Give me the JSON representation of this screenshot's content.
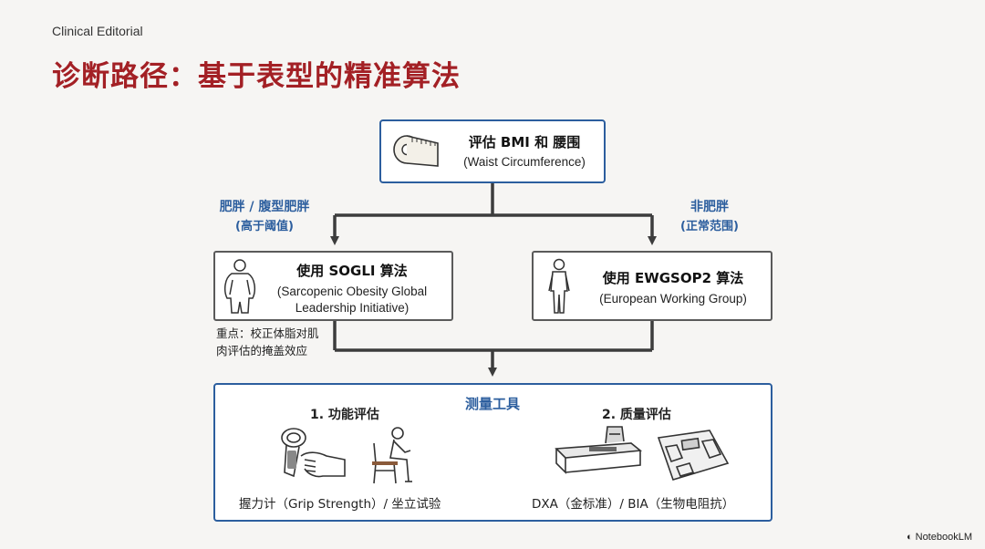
{
  "header": {
    "kicker": "Clinical Editorial",
    "title": "诊断路径：基于表型的精准算法"
  },
  "top_box": {
    "title": "评估 BMI 和 腰围",
    "subtitle": "(Waist Circumference)",
    "icon": "tape-measure-icon"
  },
  "branches": {
    "left": {
      "label": "肥胖 / 腹型肥胖",
      "sub": "(高于阈值)"
    },
    "right": {
      "label": "非肥胖",
      "sub": "(正常范围)"
    }
  },
  "left_box": {
    "title": "使用 SOGLI 算法",
    "subtitle_line1": "(Sarcopenic Obesity Global",
    "subtitle_line2": "Leadership Initiative)",
    "icon": "obese-person-icon"
  },
  "right_box": {
    "title": "使用 EWGSOP2 算法",
    "subtitle": "(European Working Group)",
    "icon": "slim-person-icon"
  },
  "note": {
    "line1": "重点：校正体脂对肌",
    "line2": "肉评估的掩盖效应"
  },
  "tools": {
    "title": "测量工具",
    "functional": {
      "title": "1. 功能评估",
      "caption": "握力计（Grip Strength）/ 坐立试验",
      "icons": [
        "hand-grip-dynamometer-icon",
        "chair-stand-icon"
      ]
    },
    "quality": {
      "title": "2. 质量评估",
      "caption": "DXA（金标准）/ BIA（生物电阻抗）",
      "icons": [
        "dxa-scanner-icon",
        "bia-scale-icon"
      ]
    }
  },
  "footer": {
    "brand": "NotebookLM"
  },
  "colors": {
    "title_red": "#a32025",
    "accent_blue": "#2c5e9e",
    "line_dark": "#3c3c3c"
  }
}
